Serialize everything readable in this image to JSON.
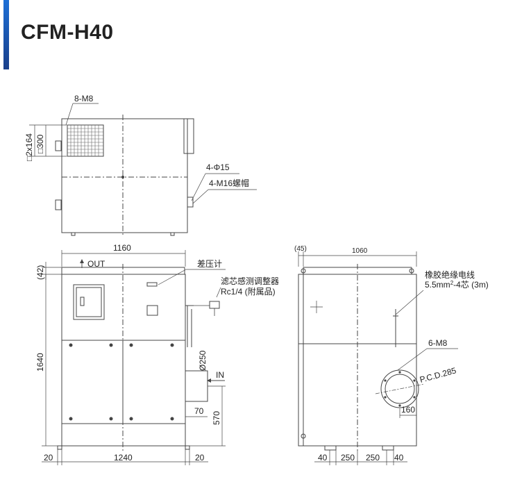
{
  "title": "CFM-H40",
  "colors": {
    "accent": "#1c6fd6",
    "line": "#444444"
  },
  "top_view": {
    "bolt_label": "8-M8",
    "dim_inner": "□2x164",
    "dim_outer": "□300",
    "hole_label": "4-Φ15",
    "bolt_cap_label": "4-M16螺帽"
  },
  "front_view": {
    "width_label": "1160",
    "offset_label": "(42)",
    "out_label": "OUT",
    "height_label": "1640",
    "pressure_gauge_label": "差压计",
    "regulator_label": "滤芯感测调整器",
    "regulator_sub_label": "Rc1/4 (附属品)",
    "inlet_dia_label": "Ø250",
    "in_label": "IN",
    "inlet_offset_label": "70",
    "inlet_height_label": "570",
    "bottom_left_label": "20",
    "bottom_width_label": "1240",
    "bottom_right_label": "20"
  },
  "side_view": {
    "offset_label": "(45)",
    "depth_label": "1060",
    "cable_label": "橡胶绝缘电线",
    "cable_spec_prefix": "5.5mm",
    "cable_spec_sup": "2",
    "cable_spec_suffix": "-4芯 (3m)",
    "flange_bolt_label": "6-M8",
    "pcd_label": "P.C.D.285",
    "flange_offset_label": "160",
    "bottom_dims": [
      "40",
      "250",
      "250",
      "40"
    ]
  }
}
